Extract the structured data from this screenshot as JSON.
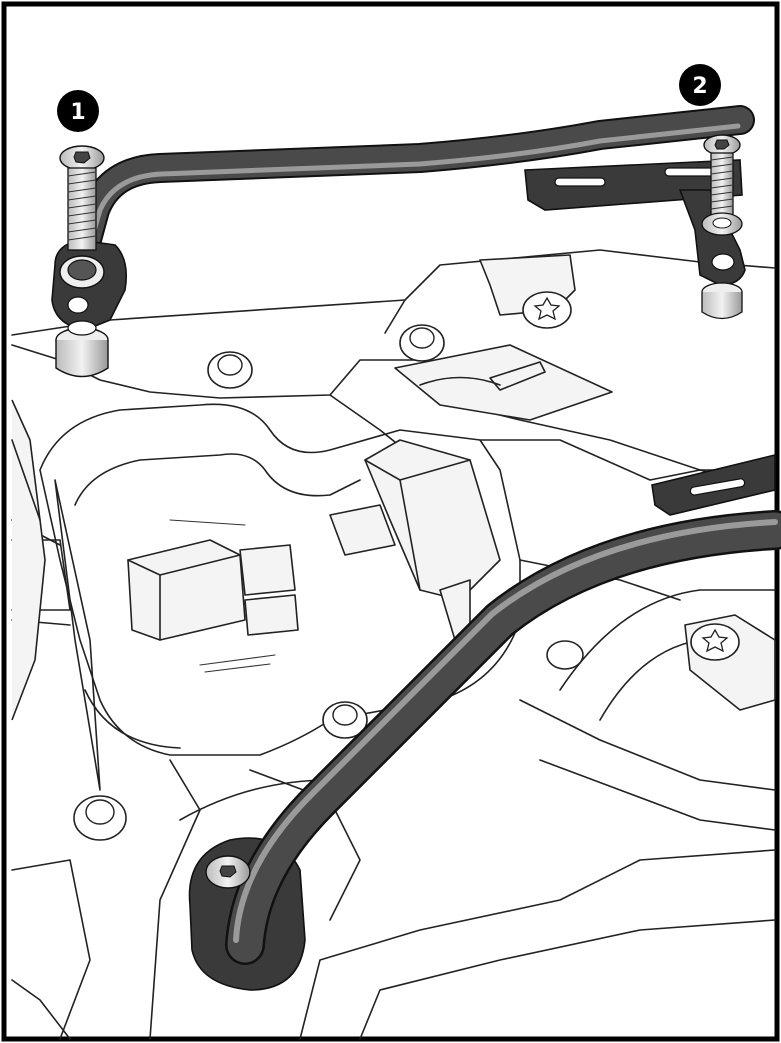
{
  "callouts": [
    {
      "id": "1",
      "label": "1"
    },
    {
      "id": "2",
      "label": "2"
    }
  ],
  "colors": {
    "frame": "#000000",
    "linework": "#222222",
    "tube": "#3a3a3a",
    "tube_highlight": "#8a8a8a",
    "background": "#ffffff",
    "callout_fill": "#000000",
    "callout_text": "#ffffff"
  }
}
